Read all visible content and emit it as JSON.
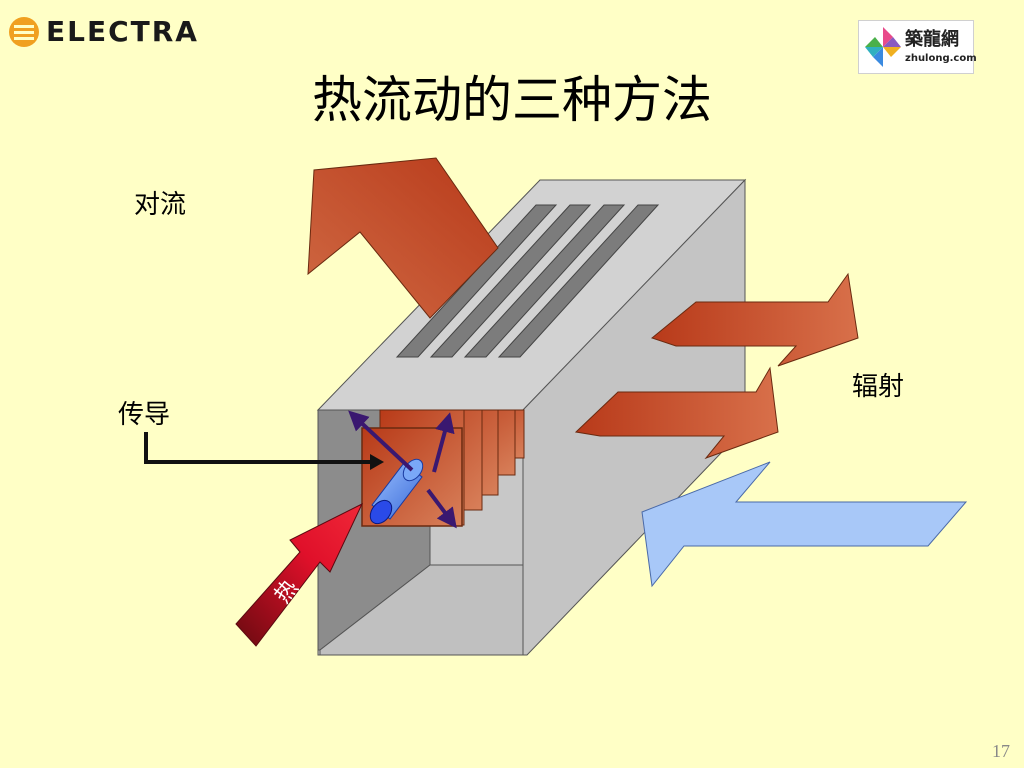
{
  "header": {
    "logo_text": "ELECTRA",
    "brand_name": "築龍網",
    "brand_url": "zhulong.com"
  },
  "slide": {
    "title": "热流动的三种方法",
    "page_number": "17"
  },
  "diagram": {
    "labels": {
      "convection": "对流",
      "conduction": "传导",
      "radiation": "辐射",
      "heat": "热"
    }
  },
  "colors": {
    "background": "#FFFFC6",
    "hot_arrow": "#C84A28",
    "heat_arrow": "#E8102A",
    "cold_arrow": "#A8C8F8",
    "fins": "#C04A20",
    "pipe": "#5A8CF0",
    "small_arrows": "#3A1870",
    "box_front": "#C8C8C8",
    "box_side": "#8C8C8C"
  }
}
